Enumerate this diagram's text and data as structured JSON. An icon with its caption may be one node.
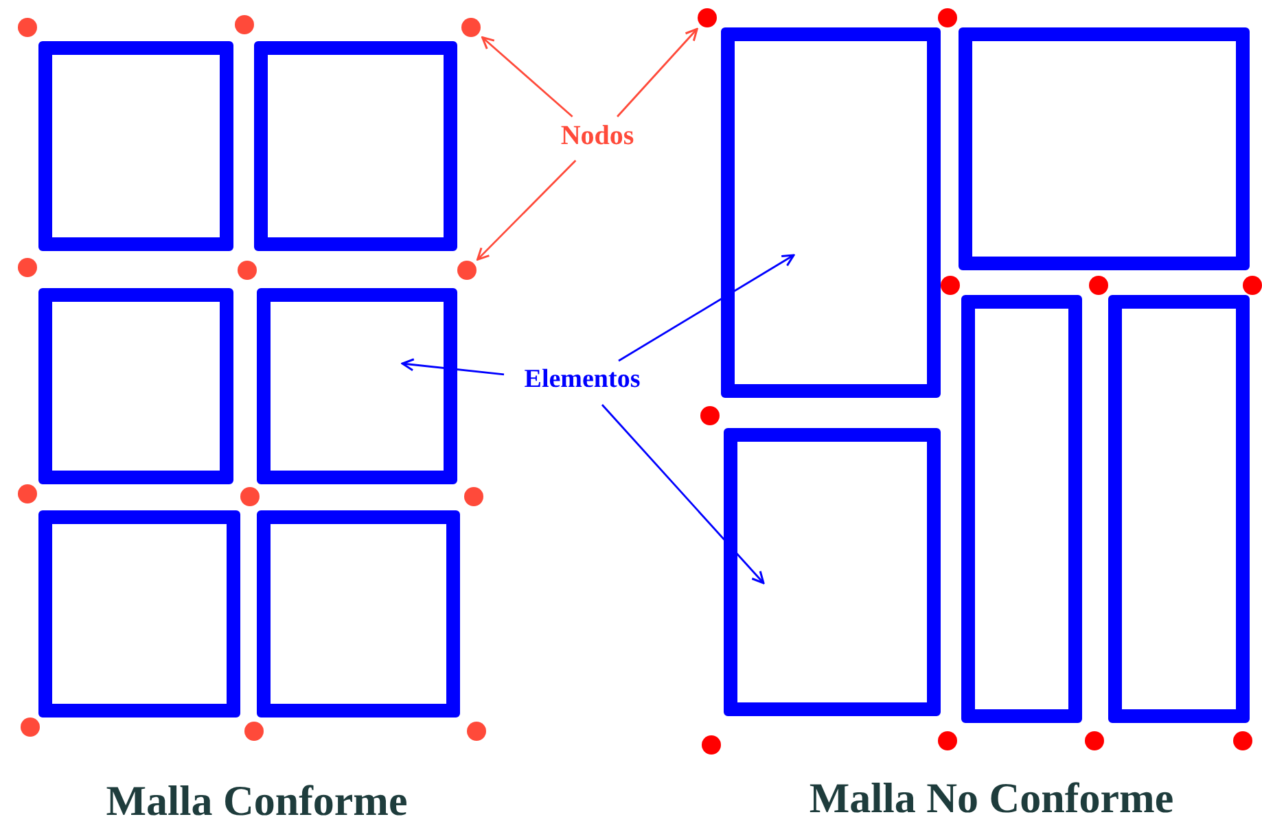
{
  "diagram": {
    "nodes": [
      {
        "text": [
          "Nodos"
        ]
      },
      {
        "text": [
          "Elementos"
        ]
      },
      {
        "text": [],
        "shape": "box"
      },
      {
        "text": [],
        "shape": "box"
      },
      {
        "text": [],
        "shape": "box"
      },
      {
        "text": [],
        "shape": "box"
      },
      {
        "text": [],
        "shape": "box"
      },
      {
        "text": [],
        "shape": "box"
      },
      {
        "text": [],
        "shape": "box"
      },
      {
        "text": [],
        "shape": "box"
      },
      {
        "text": [],
        "shape": "box"
      },
      {
        "text": [],
        "shape": "box"
      },
      {
        "text": [],
        "shape": "box"
      },
      {
        "text": [],
        "shape": "circle"
      },
      {
        "text": [],
        "shape": "circle"
      },
      {
        "text": [],
        "shape": "circle"
      },
      {
        "text": [],
        "shape": "circle"
      },
      {
        "text": [],
        "shape": "circle"
      },
      {
        "text": [],
        "shape": "circle"
      },
      {
        "text": [],
        "shape": "circle"
      },
      {
        "text": [],
        "shape": "circle"
      },
      {
        "text": [],
        "shape": "circle"
      },
      {
        "text": [],
        "shape": "circle"
      },
      {
        "text": [],
        "shape": "circle"
      },
      {
        "text": [],
        "shape": "circle"
      },
      {
        "text": [],
        "shape": "circle"
      },
      {
        "text": [],
        "shape": "circle"
      },
      {
        "text": [],
        "shape": "circle"
      },
      {
        "text": [],
        "shape": "circle"
      },
      {
        "text": [],
        "shape": "circle"
      },
      {
        "text": [],
        "shape": "circle"
      },
      {
        "text": [],
        "shape": "circle"
      },
      {
        "text": [],
        "shape": "circle"
      },
      {
        "text": [],
        "shape": "circle"
      },
      {
        "text": [],
        "shape": "circle"
      }
    ],
    "edges": [
      {
        "from": 0,
        "to": 15,
        "arrow": "to",
        "color": "#ff4a3a"
      },
      {
        "from": 0,
        "to": 25,
        "arrow": "to",
        "color": "#ff4a3a"
      },
      {
        "from": 0,
        "to": 18,
        "arrow": "to",
        "color": "#ff4a3a"
      },
      {
        "from": 1,
        "to": 5,
        "arrow": "to",
        "color": "#0000ff"
      },
      {
        "from": 1,
        "to": 8,
        "arrow": "to",
        "color": "#0000ff"
      },
      {
        "from": 1,
        "to": 12,
        "arrow": "to",
        "color": "#0000ff"
      }
    ],
    "labels": [
      "Malla Conforme",
      "Malla No Conforme"
    ]
  }
}
